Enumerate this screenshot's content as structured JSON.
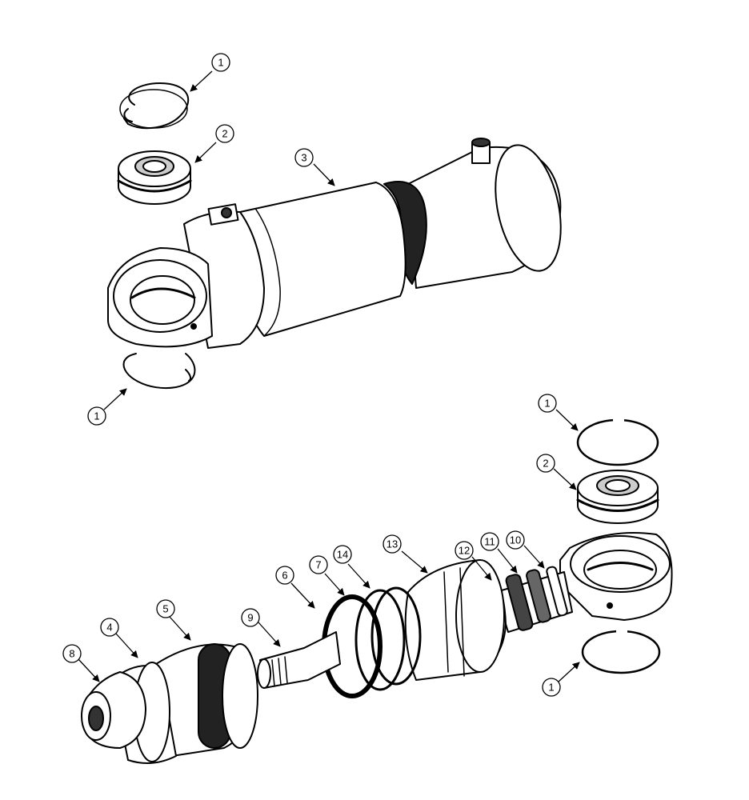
{
  "diagram": {
    "callouts": [
      {
        "id": "c1a",
        "label": "1"
      },
      {
        "id": "c2a",
        "label": "2"
      },
      {
        "id": "c3",
        "label": "3"
      },
      {
        "id": "c1b",
        "label": "1"
      },
      {
        "id": "c1c",
        "label": "1"
      },
      {
        "id": "c2b",
        "label": "2"
      },
      {
        "id": "c13",
        "label": "13"
      },
      {
        "id": "c12",
        "label": "12"
      },
      {
        "id": "c11",
        "label": "11"
      },
      {
        "id": "c10",
        "label": "10"
      },
      {
        "id": "c14",
        "label": "14"
      },
      {
        "id": "c7",
        "label": "7"
      },
      {
        "id": "c6",
        "label": "6"
      },
      {
        "id": "c9",
        "label": "9"
      },
      {
        "id": "c5",
        "label": "5"
      },
      {
        "id": "c4",
        "label": "4"
      },
      {
        "id": "c8",
        "label": "8"
      },
      {
        "id": "c1d",
        "label": "1"
      }
    ]
  }
}
